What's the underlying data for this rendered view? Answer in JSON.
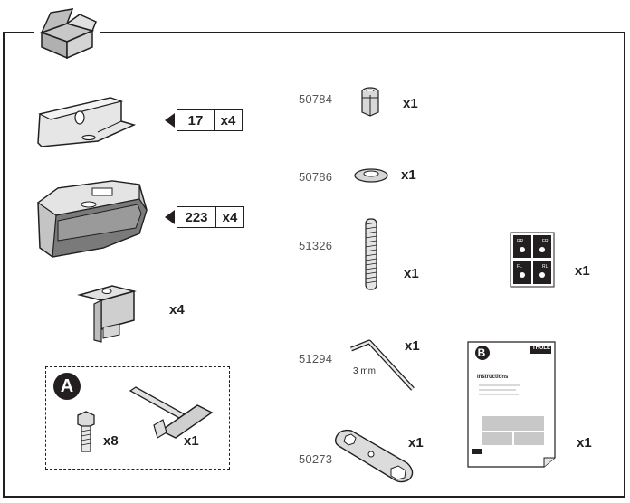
{
  "parts": {
    "foot_pad": {
      "tag_num": "17",
      "tag_qty": "x4"
    },
    "foot": {
      "tag_num": "223",
      "tag_qty": "x4"
    },
    "bracket": {
      "qty": "x4"
    },
    "kit_a": {
      "badge": "A",
      "bolt_qty": "x8",
      "tool_qty": "x1"
    },
    "nut": {
      "part_no": "50784",
      "qty": "x1"
    },
    "washer": {
      "part_no": "50786",
      "qty": "x1"
    },
    "threaded_rod": {
      "part_no": "51326",
      "qty": "x1"
    },
    "hex_key": {
      "part_no": "51294",
      "size": "3 mm",
      "qty": "x1"
    },
    "wrench": {
      "part_no": "50273",
      "qty": "x1"
    },
    "sticker_sheet": {
      "qty": "x1",
      "labels": [
        "RR",
        "FR",
        "FL",
        "RL"
      ]
    },
    "manual": {
      "badge": "B",
      "brand": "THULE",
      "heading": "Instructions",
      "qty": "x1"
    }
  }
}
